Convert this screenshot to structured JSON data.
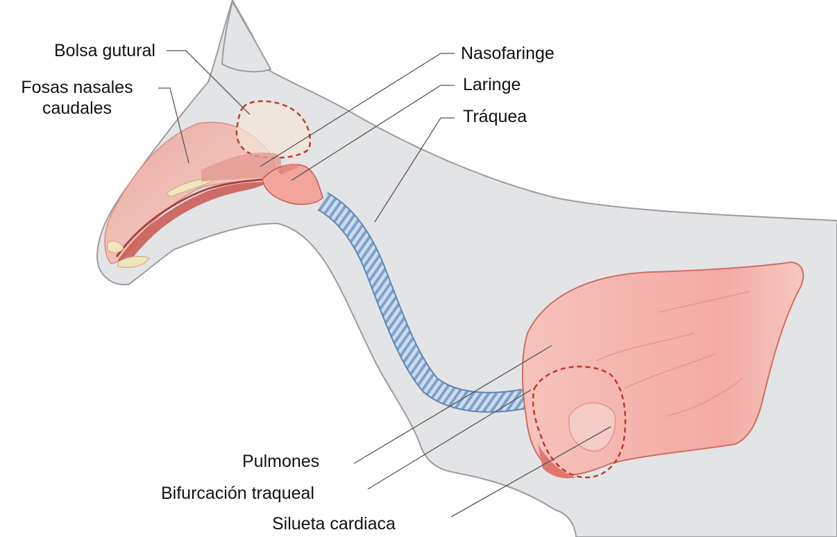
{
  "labels": {
    "bolsa_gutural": "Bolsa gutural",
    "fosas_nasales_line1": "Fosas nasales",
    "fosas_nasales_line2": "caudales",
    "nasofaringe": "Nasofaringe",
    "laringe": "Laringe",
    "traquea": "Tráquea",
    "pulmones": "Pulmones",
    "bifurcacion": "Bifurcación  traqueal",
    "silueta": "Silueta cardiaca"
  },
  "colors": {
    "body_fill": "#e3e4e6",
    "body_outline": "#9a9ca0",
    "organ_fill": "#f4b9b2",
    "organ_outline": "#d26a62",
    "organ_dark": "#c9574f",
    "trachea_blue": "#a9c4e2",
    "trachea_dark": "#5f84b3",
    "dashed_red": "#c0392b",
    "leader_line": "#555555",
    "teeth": "#f3e4c0"
  }
}
